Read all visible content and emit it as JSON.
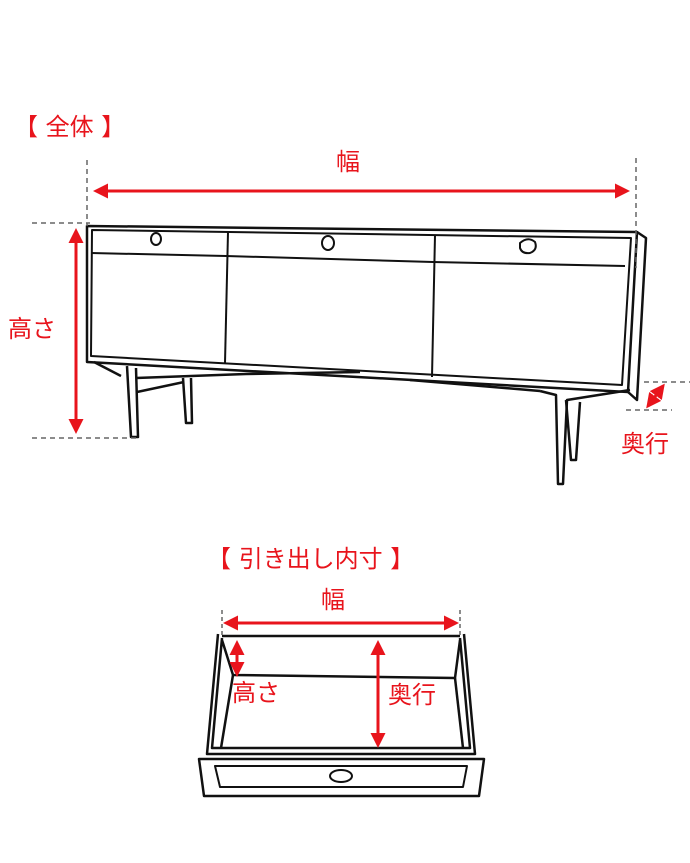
{
  "overall": {
    "heading": "【 全体 】",
    "width_label": "幅",
    "height_label": "高さ",
    "depth_label": "奥行"
  },
  "drawer": {
    "heading": "【 引き出し内寸 】",
    "width_label": "幅",
    "height_label": "高さ",
    "depth_label": "奥行"
  },
  "colors": {
    "dimension": "#e8141c",
    "outline": "#111111",
    "guide": "#666666"
  }
}
